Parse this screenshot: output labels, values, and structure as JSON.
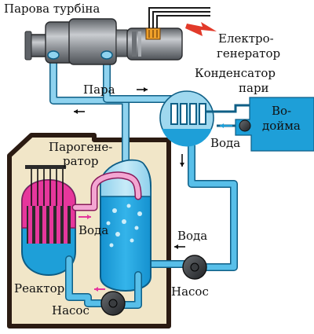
{
  "labels": {
    "turbine": "Парова турбіна",
    "generator_line1": "Електро-",
    "generator_line2": "генератор",
    "condenser_line1": "Конденсатор",
    "condenser_line2": "пари",
    "steam": "Пара",
    "reservoir_line1": "Во-",
    "reservoir_line2": "дойма",
    "water_condenser": "Вода",
    "steam_generator_line1": "Парогене-",
    "steam_generator_line2": "ратор",
    "water_right": "Вода",
    "water_inner": "Вода",
    "reactor": "Реактор",
    "pump_right": "Насос",
    "pump_bottom": "Насос"
  },
  "colors": {
    "water_dark": "#1e9fd8",
    "water_light": "#9fd8ef",
    "reactor_pink": "#e6379c",
    "reactor_pink_light": "#f3a6d2",
    "containment": "#f1e6c8",
    "machine_grey": "#7b7f84",
    "spark_red": "#e23a2a"
  }
}
